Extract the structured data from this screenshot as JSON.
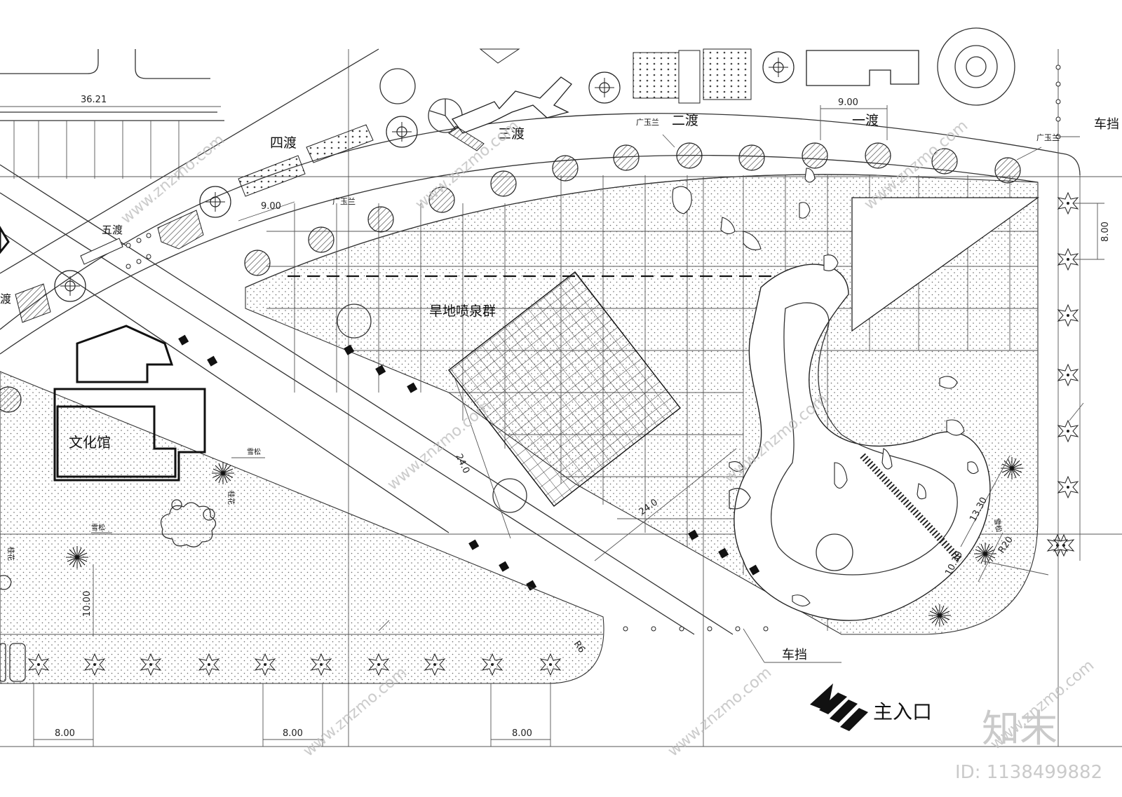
{
  "labels": {
    "drought_fountain": "旱地喷泉群",
    "culture_hall": "文化馆",
    "main_entrance": "主入口",
    "car_stop_bottom": "车挡",
    "car_stop_right": "车挡",
    "ferry_1": "一渡",
    "ferry_2": "二渡",
    "ferry_3": "三渡",
    "ferry_4": "四渡",
    "ferry_5": "五渡",
    "ferry_partial": "渡",
    "plant_1": "广玉兰",
    "plant_2": "广玉兰",
    "plant_3": "广玉兰",
    "plant_cedar_1": "雪松",
    "plant_cedar_2": "雪松",
    "plant_cedar_3": "雪松",
    "plant_osmanthus_1": "桂花",
    "plant_osmanthus_2": "桂花"
  },
  "dimensions": {
    "d_36_21": "36.21",
    "d_9_00_a": "9.00",
    "d_9_00_b": "9.00",
    "d_8_00_right": "8.00",
    "d_24_0_a": "24.0",
    "d_24_0_b": "24.0",
    "d_13_30": "13.30",
    "d_10_30": "10.30",
    "d_r20": "R20",
    "d_r6": "R6",
    "d_10_00": "10.00",
    "d_8_00_b1": "8.00",
    "d_8_00_b2": "8.00",
    "d_8_00_b3": "8.00"
  },
  "watermark": {
    "brand": "知末",
    "id": "ID: 1138499882",
    "url": "www.znzmo.com"
  }
}
